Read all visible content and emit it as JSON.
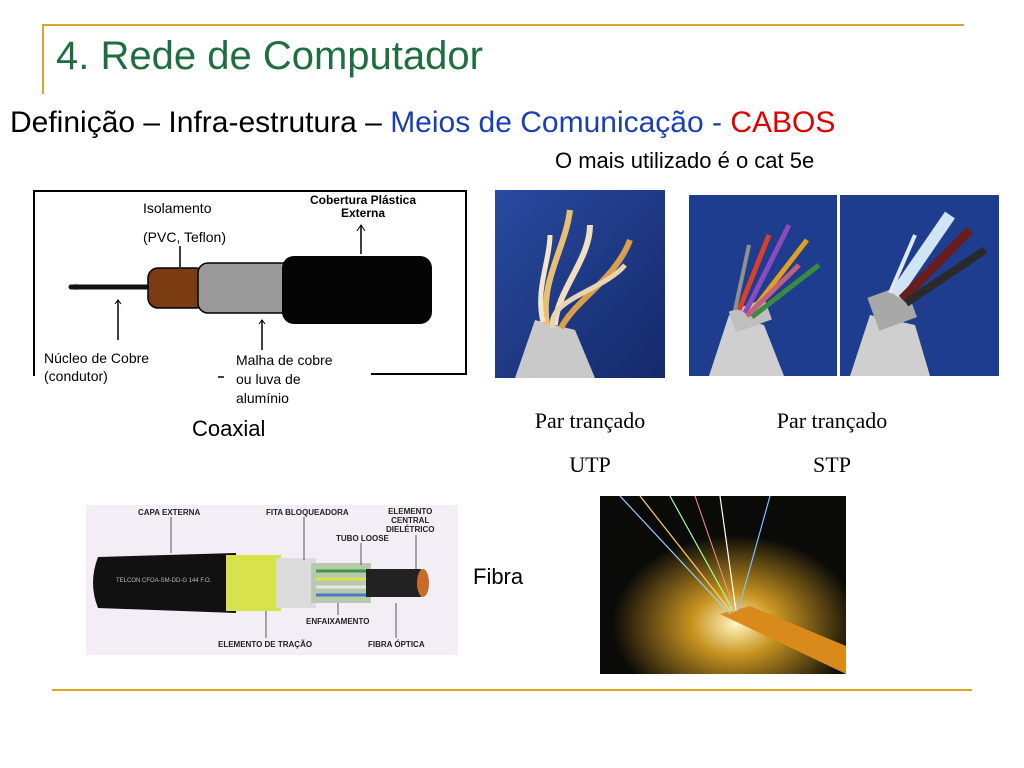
{
  "slide": {
    "title": "4. Rede de Computador",
    "subtitle": {
      "part1": "Definição – Infra-estrutura – ",
      "part2": "Meios de Comunicação - ",
      "part3": "CABOS"
    },
    "note": "O mais utilizado é o cat 5e"
  },
  "coax": {
    "insulation_line1": "Isolamento",
    "insulation_line2": "(PVC, Teflon)",
    "jacket_line1": "Cobertura Plástica",
    "jacket_line2": "Externa",
    "core_line1": "Núcleo de Cobre",
    "core_line2": "(condutor)",
    "shield_line1": "Malha de cobre",
    "shield_line2": "ou luva de",
    "shield_line3": "alumínio",
    "caption": "Coaxial"
  },
  "utp": {
    "line1": "Par trançado",
    "line2": "UTP"
  },
  "stp": {
    "line1": "Par trançado",
    "line2": "STP"
  },
  "fiber_diagram": {
    "capa": "CAPA EXTERNA",
    "fita": "FITA BLOQUEADORA",
    "elemento_line1": "ELEMENTO",
    "elemento_line2": "CENTRAL",
    "elemento_line3": "DIELÉTRICO",
    "tubo": "TUBO LOOSE",
    "enfaixamento": "ENFAIXAMENTO",
    "tracao": "ELEMENTO DE TRAÇÃO",
    "fibra_optica": "FIBRA ÓPTICA",
    "print": "TELCON CFOA-SM-DD-G 144 F.O."
  },
  "fiber_caption": "Fibra",
  "colors": {
    "title": "#1f6e40",
    "accent_blue": "#1a3fb5",
    "accent_red": "#e00000",
    "rule": "#d9a826"
  }
}
